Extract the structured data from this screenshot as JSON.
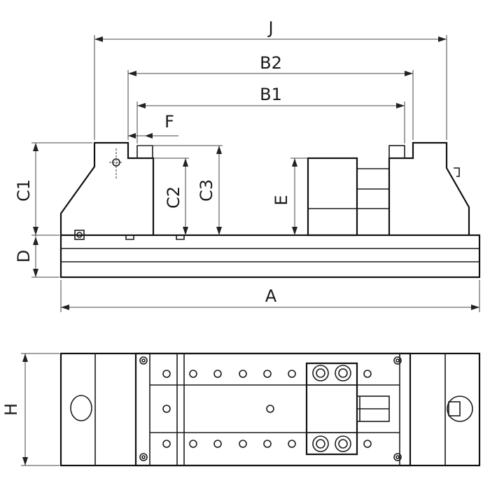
{
  "dimensions": {
    "J": "J",
    "B2": "B2",
    "B1": "B1",
    "F": "F",
    "C1": "C1",
    "C2": "C2",
    "C3": "C3",
    "E": "E",
    "D": "D",
    "A": "A",
    "H": "H"
  },
  "colors": {
    "line": "#1a1a1a",
    "background": "#ffffff"
  }
}
